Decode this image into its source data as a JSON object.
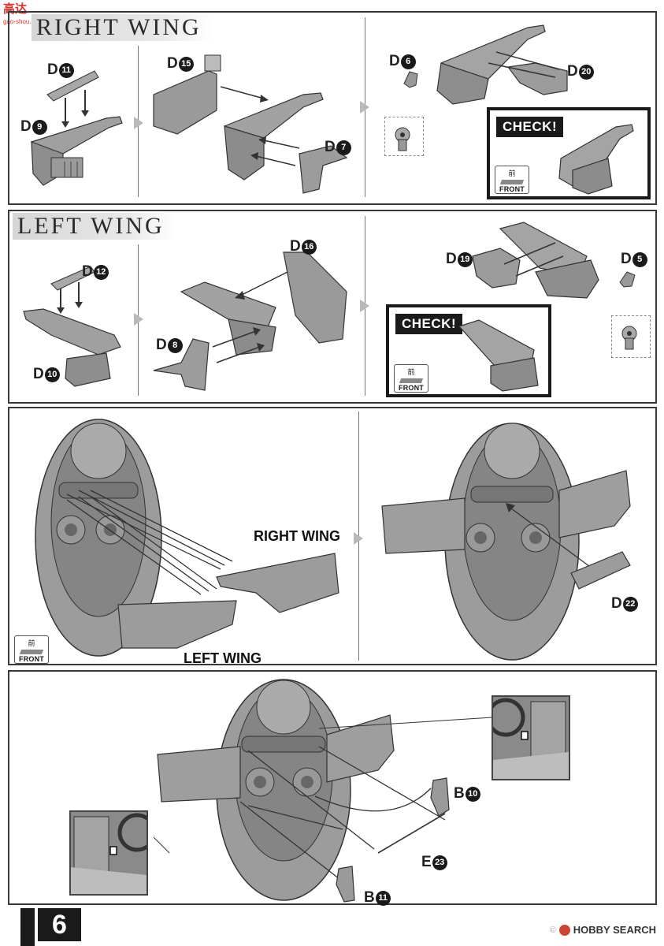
{
  "watermark": {
    "top_left": "高达",
    "top_left_site": "gao-shou.com",
    "bottom_right": "HOBBY SEARCH",
    "bottom_right_mark": "©"
  },
  "page_number": "6",
  "sections": {
    "right_wing": {
      "title": "RIGHT WING",
      "parts": {
        "d11": {
          "letter": "D",
          "num": "11"
        },
        "d9": {
          "letter": "D",
          "num": "9"
        },
        "d15": {
          "letter": "D",
          "num": "15"
        },
        "d7": {
          "letter": "D",
          "num": "7"
        },
        "d6": {
          "letter": "D",
          "num": "6"
        },
        "d20": {
          "letter": "D",
          "num": "20"
        }
      },
      "check": "CHECK!",
      "front_badge": {
        "kanji": "前",
        "text": "FRONT"
      }
    },
    "left_wing": {
      "title": "LEFT WING",
      "parts": {
        "d12": {
          "letter": "D",
          "num": "12"
        },
        "d10": {
          "letter": "D",
          "num": "10"
        },
        "d16": {
          "letter": "D",
          "num": "16"
        },
        "d8": {
          "letter": "D",
          "num": "8"
        },
        "d19": {
          "letter": "D",
          "num": "19"
        },
        "d5": {
          "letter": "D",
          "num": "5"
        }
      },
      "check": "CHECK!",
      "front_badge": {
        "kanji": "前",
        "text": "FRONT"
      }
    },
    "attach": {
      "right_wing_label": "RIGHT WING",
      "left_wing_label": "LEFT WING",
      "d22": {
        "letter": "D",
        "num": "22"
      },
      "front_badge": {
        "kanji": "前",
        "text": "FRONT"
      }
    },
    "final": {
      "b10": {
        "letter": "B",
        "num": "10"
      },
      "e23": {
        "letter": "E",
        "num": "23"
      },
      "b11": {
        "letter": "B",
        "num": "11"
      }
    }
  },
  "colors": {
    "part_gray": "#9c9c9c",
    "part_dark": "#6e6e6e",
    "border": "#3a3a3a",
    "arrow_gray": "#b9b9b9"
  }
}
